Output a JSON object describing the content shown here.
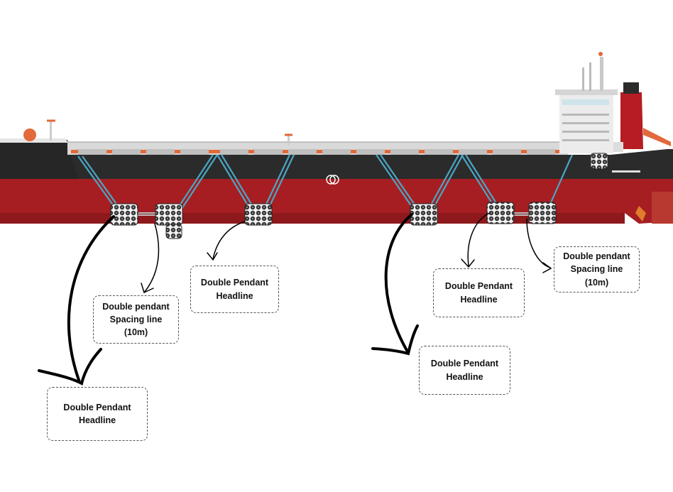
{
  "diagram": {
    "labels": [
      {
        "id": "headline-left-large",
        "line1": "Double Pendant",
        "line2": "Headline"
      },
      {
        "id": "spacing-left",
        "line1": "Double pendant",
        "line2": "Spacing line (10m)"
      },
      {
        "id": "headline-left-small",
        "line1": "Double Pendant",
        "line2": "Headline"
      },
      {
        "id": "headline-right-large",
        "line1": "Double Pendant",
        "line2": "Headline"
      },
      {
        "id": "headline-right-small",
        "line1": "Double Pendant",
        "line2": "Headline"
      },
      {
        "id": "spacing-right",
        "line1": "Double pendant",
        "line2": "Spacing line (10m)"
      }
    ],
    "colors": {
      "hull_red": "#a61e22",
      "hull_black": "#2b2b2b",
      "deck_orange": "#e2693a",
      "pendant_line": "#4aa6c4",
      "funnel_red": "#b51d22"
    }
  }
}
